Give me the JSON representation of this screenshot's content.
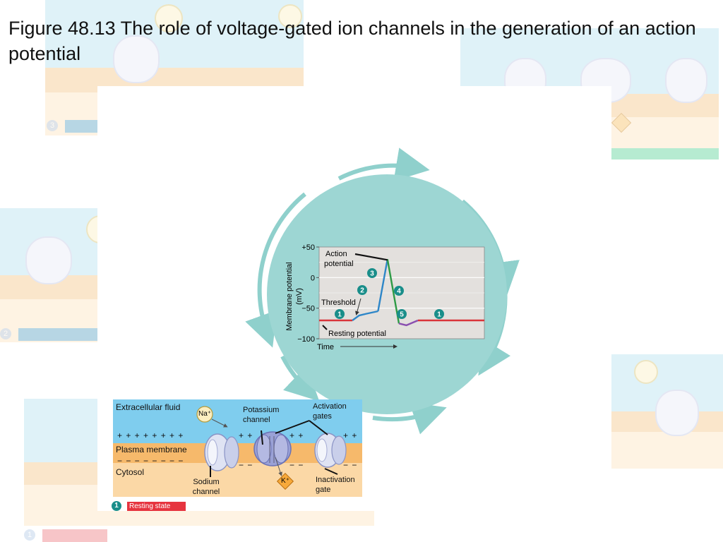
{
  "title": "Figure 48.13 The role of voltage-gated ion channels in the generation of an action potential",
  "background_panels": [
    {
      "step": "3"
    },
    {
      "step": "2"
    },
    {
      "step": "1"
    }
  ],
  "chart_data": {
    "type": "line",
    "title": "",
    "xlabel": "Time",
    "ylabel": "Membrane potential (mV)",
    "ylim": [
      -100,
      50
    ],
    "yticks": [
      "+50",
      "0",
      "−50",
      "−100"
    ],
    "x": [
      0,
      1,
      1.6,
      2.2,
      2.8,
      3.1,
      3.35,
      3.7,
      4.0,
      4.5,
      5.5,
      7.5,
      8.7
    ],
    "series": [
      {
        "phase": "1",
        "x": [
          0,
          1.75
        ],
        "values": [
          -70,
          -70
        ],
        "color": "#d9343a"
      },
      {
        "phase": "2",
        "x": [
          1.75,
          2.1,
          2.5,
          3.1
        ],
        "values": [
          -70,
          -62,
          -59,
          -55
        ],
        "color": "#2e86c8"
      },
      {
        "phase": "3",
        "x": [
          3.1,
          3.6
        ],
        "values": [
          -55,
          30
        ],
        "color": "#2e86c8"
      },
      {
        "phase": "4",
        "x": [
          3.6,
          4.2
        ],
        "values": [
          30,
          -75
        ],
        "color": "#2e9a45"
      },
      {
        "phase": "5",
        "x": [
          4.2,
          4.6,
          5.2
        ],
        "values": [
          -75,
          -78,
          -70
        ],
        "color": "#8a4fb0"
      },
      {
        "phase": "1",
        "x": [
          5.2,
          8.7
        ],
        "values": [
          -70,
          -70
        ],
        "color": "#d9343a"
      }
    ],
    "annotations": {
      "action_potential": [
        "Action",
        "potential"
      ],
      "threshold": "Threshold",
      "resting_potential": "Resting potential",
      "phase_markers": [
        "1",
        "2",
        "3",
        "4",
        "5",
        "1"
      ]
    },
    "grid": true
  },
  "membrane_panel": {
    "extracellular_fluid": "Extracellular fluid",
    "plasma_membrane": "Plasma membrane",
    "cytosol": "Cytosol",
    "potassium_channel": [
      "Potassium",
      "channel"
    ],
    "activation_gates": [
      "Activation",
      "gates"
    ],
    "sodium_channel": [
      "Sodium",
      "channel"
    ],
    "inactivation_gate": [
      "Inactivation",
      "gate"
    ],
    "na_ion": "Na⁺",
    "k_ion": "K⁺",
    "plus_top_left": "+ + + + + + + +",
    "plus_top_mid": "+ +",
    "plus_top_mid2": "+ +",
    "plus_top_right": "+ +",
    "minus_left": "− − − − − − − −",
    "minus_mid": "− −",
    "minus_mid2": "− −",
    "minus_right": "− −"
  },
  "step": {
    "number": "1",
    "label": "Resting state"
  },
  "colors": {
    "teal_circle": "#9dd6d3",
    "arrow": "#8fd0cc",
    "plot_bg": "#e3e0dd",
    "resting": "#d9343a",
    "depolarize": "#2e86c8",
    "repolarize": "#2e9a45",
    "undershoot": "#8a4fb0",
    "marker": "#1a8e8a"
  }
}
